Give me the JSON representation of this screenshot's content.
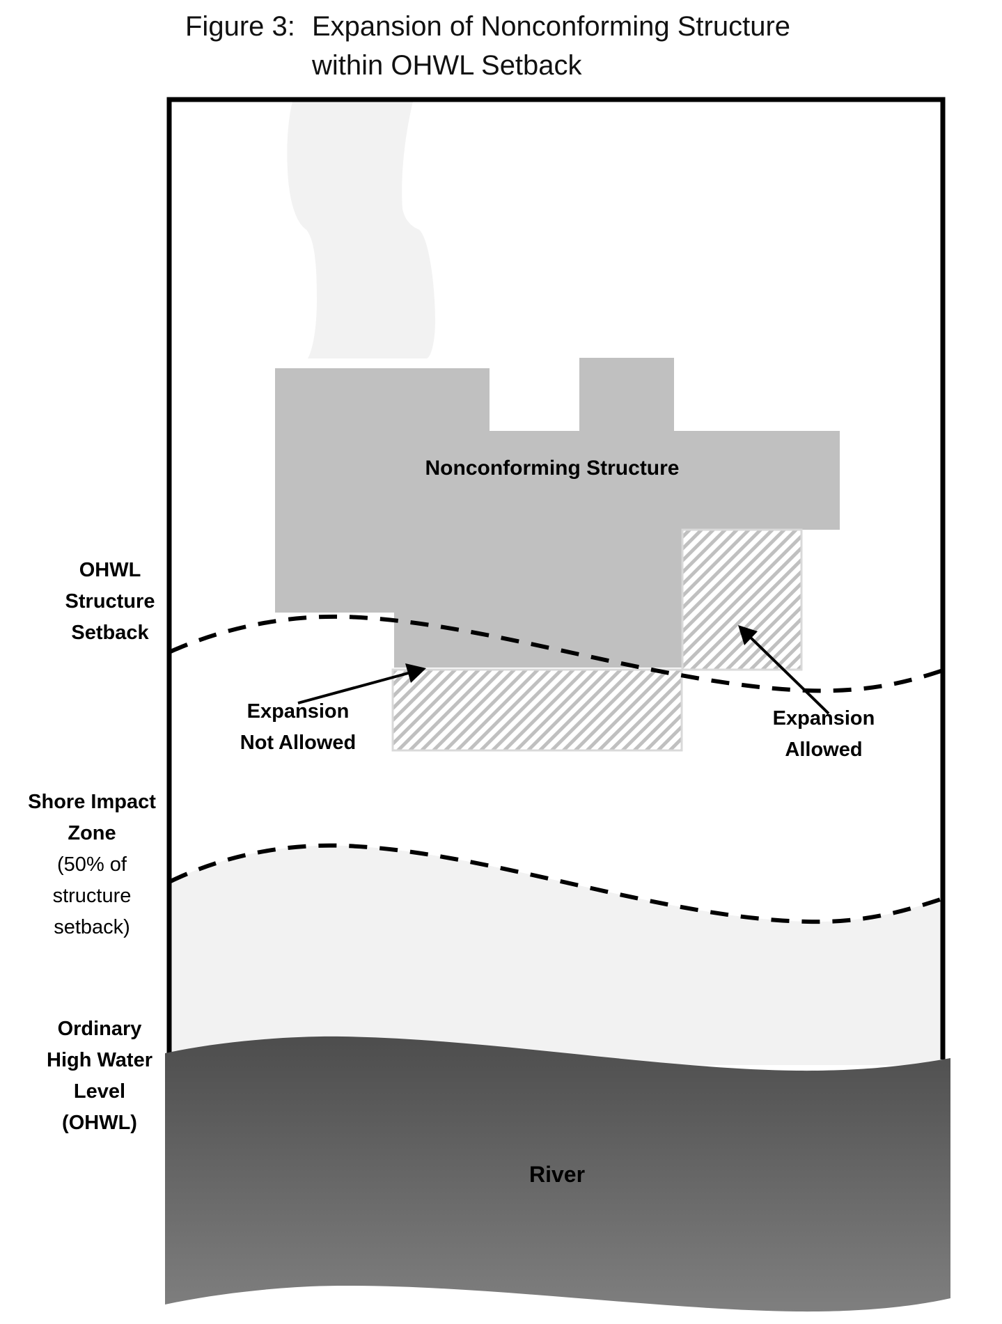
{
  "figure": {
    "number_label": "Figure 3:",
    "title_line1": "Expansion of Nonconforming Structure",
    "title_line2": "within OHWL Setback"
  },
  "labels": {
    "ohwl_setback": [
      "OHWL",
      "Structure",
      "Setback"
    ],
    "shore_impact_zone": {
      "title": [
        "Shore Impact",
        "Zone"
      ],
      "note": [
        "(50% of",
        "structure",
        "setback)"
      ]
    },
    "ohwl": [
      "Ordinary",
      "High Water",
      "Level",
      "(OHWL)"
    ],
    "structure": "Nonconforming Structure",
    "expansion_not_allowed": [
      "Expansion",
      "Not Allowed"
    ],
    "expansion_allowed": [
      "Expansion",
      "Allowed"
    ],
    "river": "River"
  },
  "colors": {
    "frame": "#000000",
    "structure": "#c0c0c0",
    "driveway": "#f2f2f2",
    "shore_zone": "#f2f2f2",
    "hatch": "#c0c0c0",
    "river_top": "#4d4d4d",
    "river_bottom": "#7f7f7f",
    "dashed_line": "#000000"
  },
  "legend_semantics": {
    "hatched_area": "proposed expansion",
    "dashed_lines": [
      "OHWL Structure Setback",
      "Shore Impact Zone boundary"
    ]
  }
}
